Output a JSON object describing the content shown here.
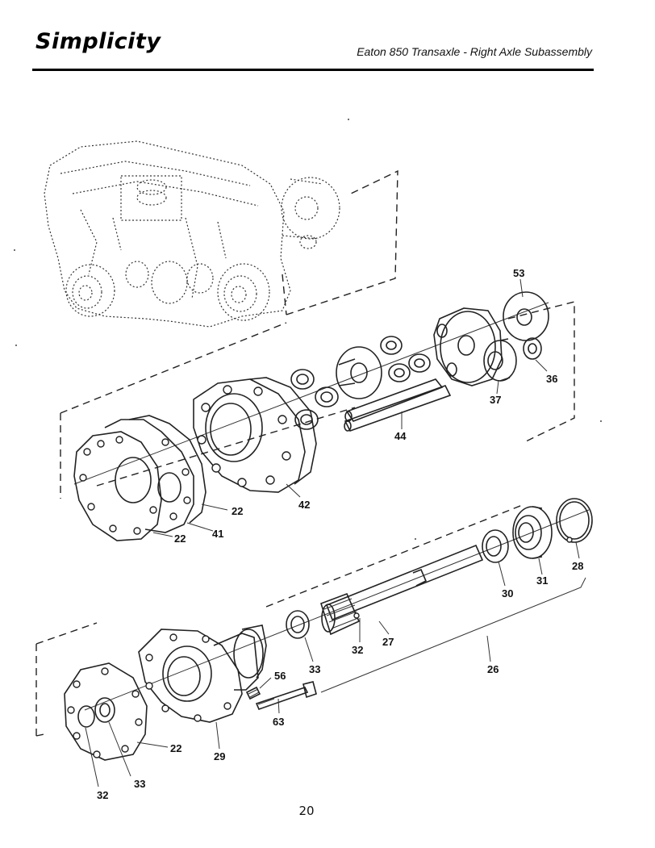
{
  "header": {
    "brand": "Simplicity",
    "title": "Eaton 850 Transaxle - Right Axle Subassembly"
  },
  "callouts": [
    "53",
    "36",
    "37",
    "44",
    "22",
    "42",
    "41",
    "22",
    "28",
    "31",
    "30",
    "32",
    "27",
    "26",
    "33",
    "56",
    "63",
    "22",
    "29",
    "33",
    "32"
  ],
  "page_number": "20"
}
